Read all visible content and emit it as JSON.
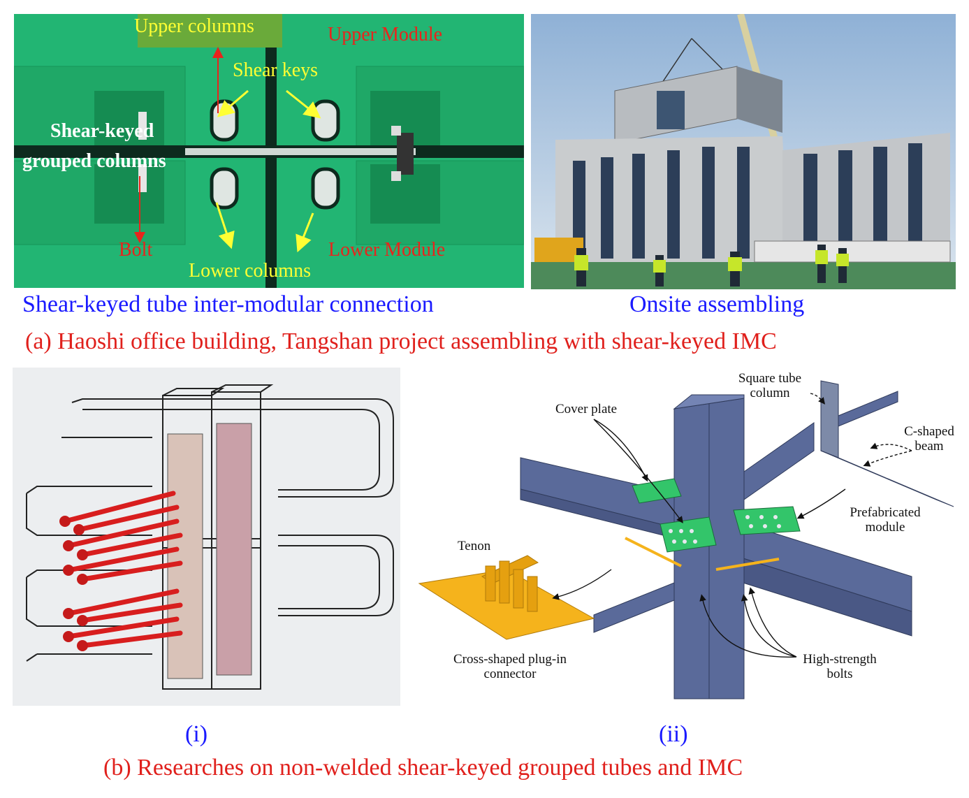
{
  "panel_a": {
    "connection_view": {
      "labels": {
        "upper_columns": "Upper columns",
        "upper_module": "Upper Module",
        "shear_keys": "Shear keys",
        "grouped_columns_line1": "Shear-keyed",
        "grouped_columns_line2": "grouped columns",
        "bolt": "Bolt",
        "lower_module": "Lower Module",
        "lower_columns": "Lower columns"
      },
      "caption": "Shear-keyed tube inter-modular connection"
    },
    "onsite_view": {
      "caption": "Onsite assembling"
    },
    "title": "(a) Haoshi office building, Tangshan project assembling with shear-keyed IMC"
  },
  "panel_b": {
    "sub_i": {
      "caption": "(i)"
    },
    "sub_ii": {
      "caption": "(ii)",
      "labels": {
        "square_tube_column_l1": "Square tube",
        "square_tube_column_l2": "column",
        "cover_plate": "Cover plate",
        "c_shaped_beam_l1": "C-shaped",
        "c_shaped_beam_l2": "beam",
        "prefabricated_module_l1": "Prefabricated",
        "prefabricated_module_l2": "module",
        "tenon": "Tenon",
        "cross_connector_l1": "Cross-shaped plug-in",
        "cross_connector_l2": "connector",
        "high_strength_bolts_l1": "High-strength",
        "high_strength_bolts_l2": "bolts"
      }
    },
    "title": "(b) Researches on non-welded shear-keyed grouped tubes and IMC"
  },
  "colors": {
    "caption_blue": "#1a1aff",
    "title_red": "#e0201c",
    "render_green": "#22b573",
    "label_yellow": "#ffff33",
    "bolt_red": "#d81e1e",
    "steel_blue": "#5a6a9a",
    "plate_green": "#33c56a",
    "tenon_yellow": "#f5b31c"
  }
}
